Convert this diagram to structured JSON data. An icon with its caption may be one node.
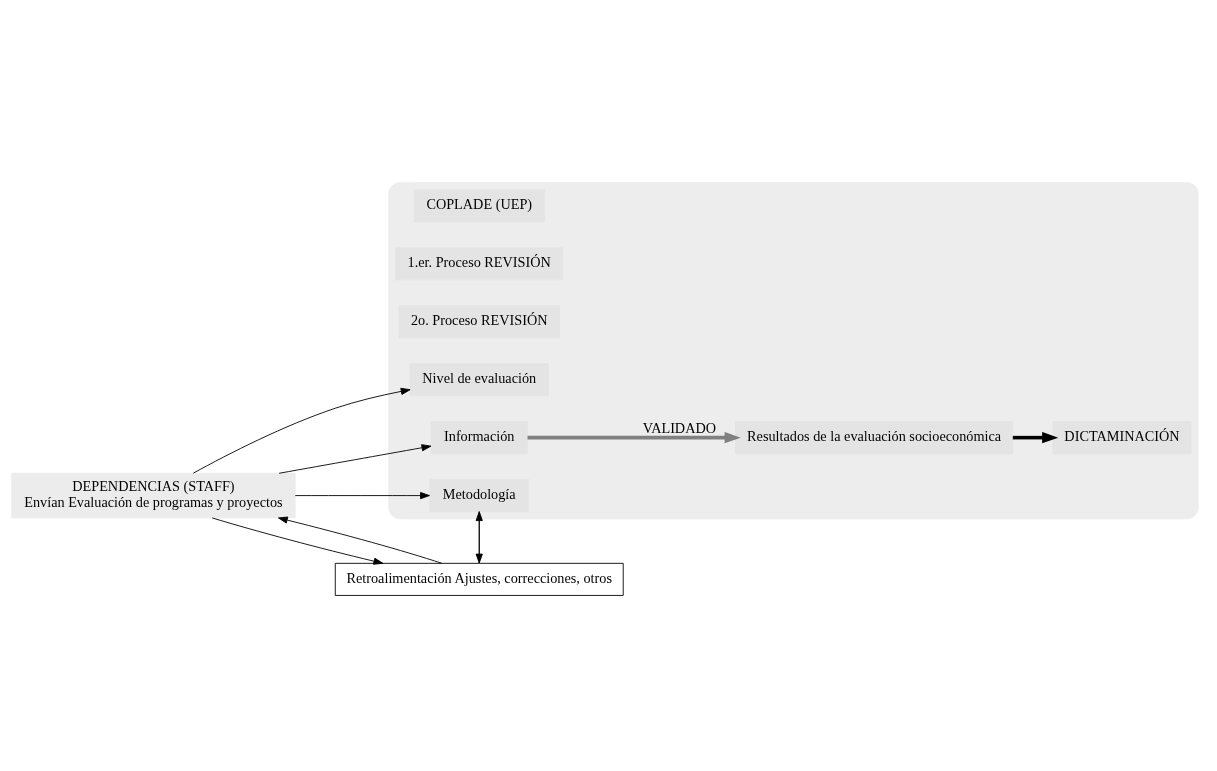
{
  "diagram": {
    "nodes": [
      {
        "text": [
          "DEPENDENCIAS (STAFF)",
          "Envían Evaluación de programas y proyectos"
        ]
      },
      {
        "text": [],
        "shape": "ellipse"
      },
      {
        "text": [
          "COPLADE (UEP)"
        ],
        "in": 1
      },
      {
        "text": [
          "1.er. Proceso REVISIÓN"
        ],
        "in": 1
      },
      {
        "text": [
          "2o. Proceso REVISIÓN"
        ],
        "in": 1
      },
      {
        "text": [
          "Nivel de evaluación"
        ],
        "in": 1
      },
      {
        "text": [
          "Información"
        ],
        "in": 1
      },
      {
        "text": [
          "Metodología"
        ],
        "in": 1
      },
      {
        "text": [
          "Resultados de la evaluación socioeconómica"
        ],
        "in": 1
      },
      {
        "text": [
          "DICTAMINACIÓN"
        ],
        "in": 1
      },
      {
        "text": [
          "Retroalimentación Ajustes, correcciones, otros"
        ]
      }
    ],
    "edges": [
      {
        "from": 0,
        "to": 5,
        "arrow": "to"
      },
      {
        "from": 0,
        "to": 6,
        "arrow": "to"
      },
      {
        "from": 0,
        "to": 7,
        "arrow": "to"
      },
      {
        "from": 6,
        "to": 8,
        "arrow": "to",
        "label": "VALIDADO",
        "style": "thick",
        "color": "#808080"
      },
      {
        "from": 8,
        "to": 9,
        "arrow": "to",
        "style": "thick"
      },
      {
        "from": 7,
        "to": 10,
        "arrow": "to"
      },
      {
        "from": 10,
        "to": 7,
        "arrow": "to"
      },
      {
        "from": 10,
        "to": 0,
        "arrow": "to"
      },
      {
        "from": 0,
        "to": 10,
        "arrow": "to"
      }
    ]
  }
}
